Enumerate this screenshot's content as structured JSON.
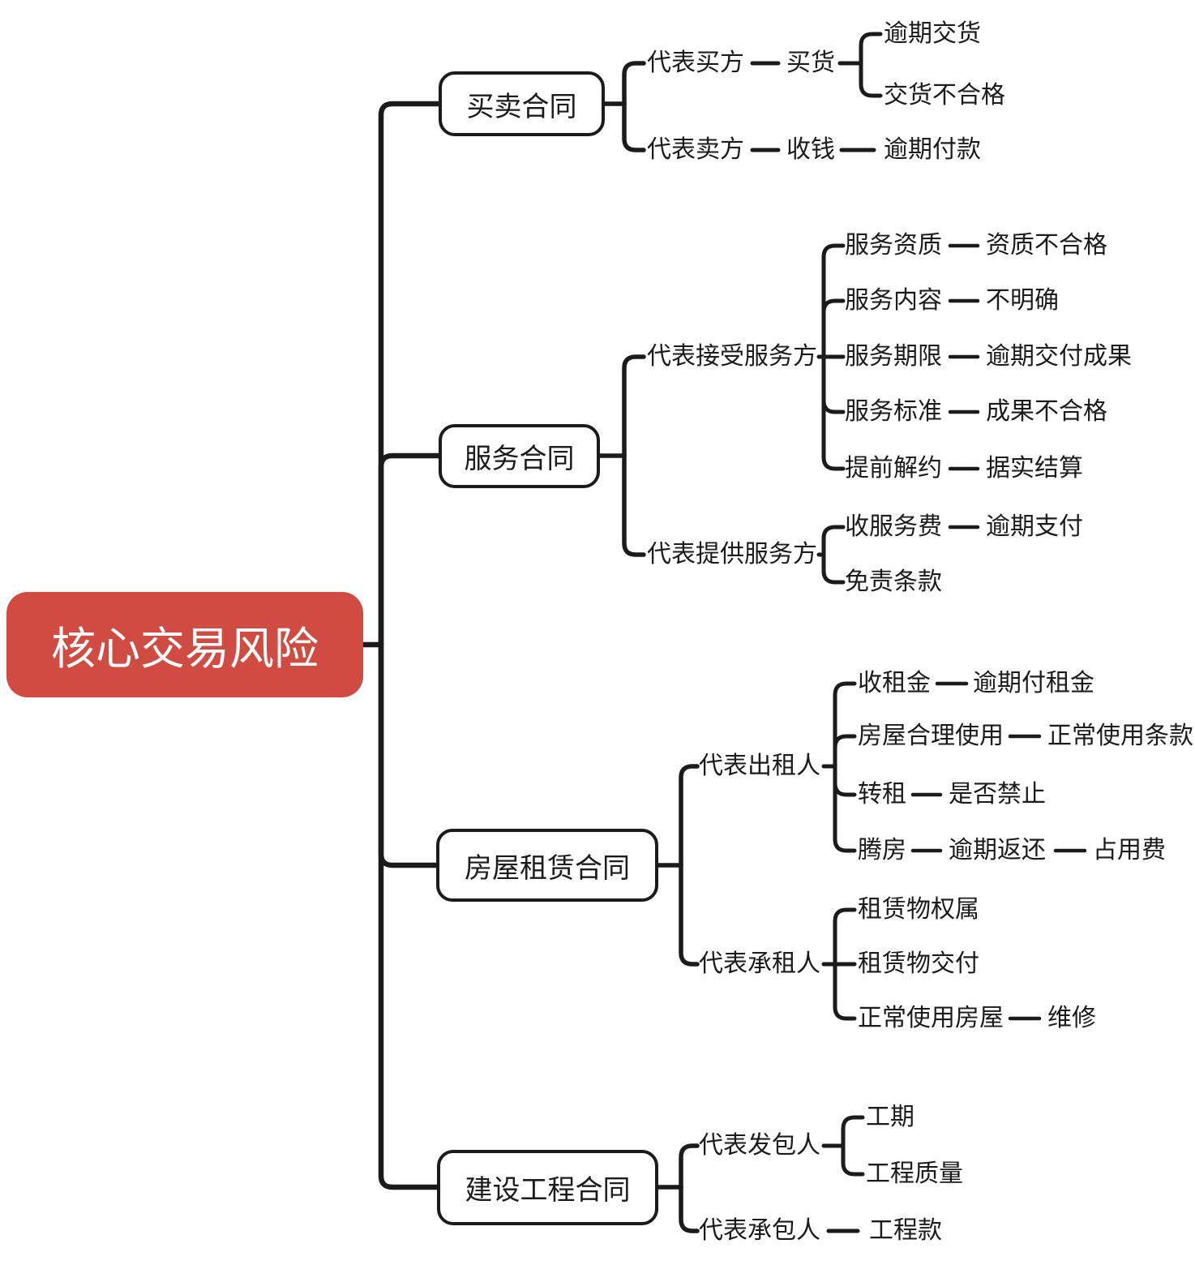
{
  "colors": {
    "root_bg": "#d04b42",
    "root_text": "#ffffff",
    "line": "#1b1b1b",
    "text": "#1b1b1b",
    "node_bg": "#ffffff"
  },
  "mindmap": {
    "root": {
      "topic": "核心交易风险"
    },
    "branches": [
      {
        "topic": "买卖合同",
        "children": [
          {
            "topic": "代表买方",
            "children": [
              {
                "topic": "买货",
                "children": [
                  {
                    "topic": "逾期交货"
                  },
                  {
                    "topic": "交货不合格"
                  }
                ]
              }
            ]
          },
          {
            "topic": "代表卖方",
            "children": [
              {
                "topic": "收钱",
                "children": [
                  {
                    "topic": "逾期付款"
                  }
                ]
              }
            ]
          }
        ]
      },
      {
        "topic": "服务合同",
        "children": [
          {
            "topic": "代表接受服务方",
            "children": [
              {
                "topic": "服务资质",
                "children": [
                  {
                    "topic": "资质不合格"
                  }
                ]
              },
              {
                "topic": "服务内容",
                "children": [
                  {
                    "topic": "不明确"
                  }
                ]
              },
              {
                "topic": "服务期限",
                "children": [
                  {
                    "topic": "逾期交付成果"
                  }
                ]
              },
              {
                "topic": "服务标准",
                "children": [
                  {
                    "topic": "成果不合格"
                  }
                ]
              },
              {
                "topic": "提前解约",
                "children": [
                  {
                    "topic": "据实结算"
                  }
                ]
              }
            ]
          },
          {
            "topic": "代表提供服务方",
            "children": [
              {
                "topic": "收服务费",
                "children": [
                  {
                    "topic": "逾期支付"
                  }
                ]
              },
              {
                "topic": "免责条款"
              }
            ]
          }
        ]
      },
      {
        "topic": "房屋租赁合同",
        "children": [
          {
            "topic": "代表出租人",
            "children": [
              {
                "topic": "收租金",
                "children": [
                  {
                    "topic": "逾期付租金"
                  }
                ]
              },
              {
                "topic": "房屋合理使用",
                "children": [
                  {
                    "topic": "正常使用条款"
                  }
                ]
              },
              {
                "topic": "转租",
                "children": [
                  {
                    "topic": "是否禁止"
                  }
                ]
              },
              {
                "topic": "腾房",
                "children": [
                  {
                    "topic": "逾期返还",
                    "children": [
                      {
                        "topic": "占用费"
                      }
                    ]
                  }
                ]
              }
            ]
          },
          {
            "topic": "代表承租人",
            "children": [
              {
                "topic": "租赁物权属"
              },
              {
                "topic": "租赁物交付"
              },
              {
                "topic": "正常使用房屋",
                "children": [
                  {
                    "topic": "维修"
                  }
                ]
              }
            ]
          }
        ]
      },
      {
        "topic": "建设工程合同",
        "children": [
          {
            "topic": "代表发包人",
            "children": [
              {
                "topic": "工期"
              },
              {
                "topic": "工程质量"
              }
            ]
          },
          {
            "topic": "代表承包人",
            "children": [
              {
                "topic": "工程款"
              }
            ]
          }
        ]
      }
    ]
  }
}
